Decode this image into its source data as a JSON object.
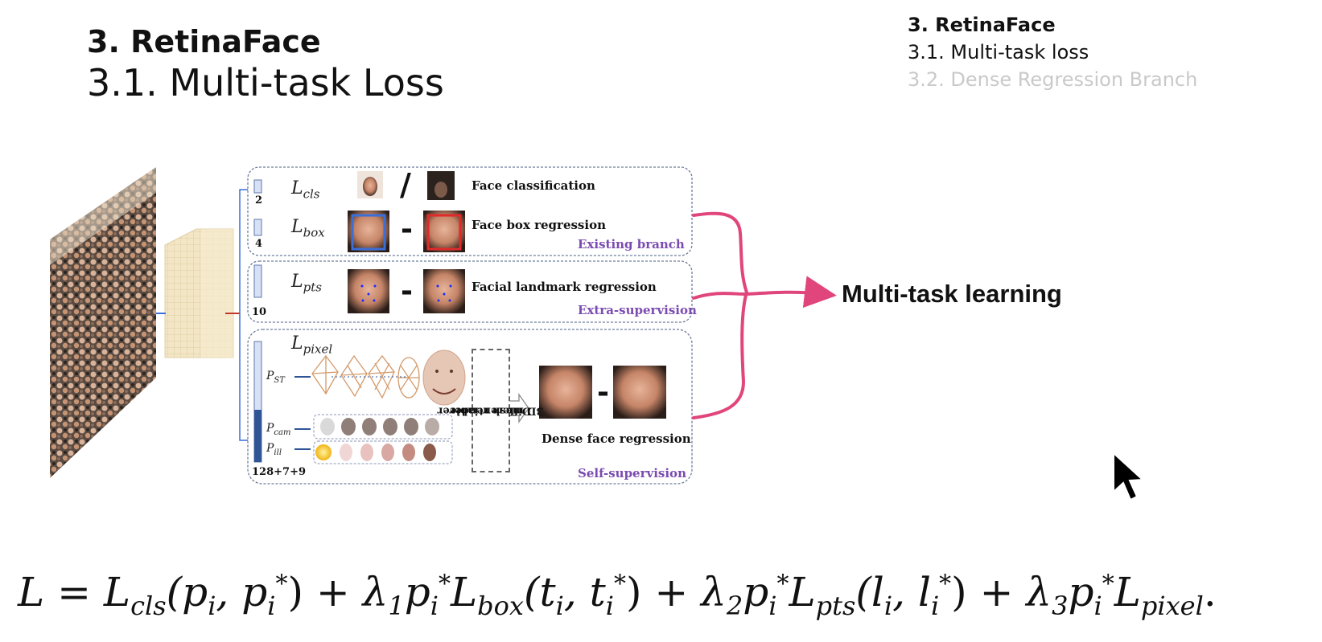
{
  "heading": {
    "section": "3. RetinaFace",
    "subsection": "3.1. Multi-task Loss"
  },
  "toc": {
    "items": [
      "3. RetinaFace",
      "3.1. Multi-task loss",
      "3.2. Dense Regression Branch"
    ]
  },
  "diagram": {
    "existing": {
      "loss_cls": {
        "base": "L",
        "sub": "cls"
      },
      "loss_box": {
        "base": "L",
        "sub": "box"
      },
      "chan_cls": "2",
      "chan_box": "4",
      "cls_label": "Face classification",
      "box_label": "Face box regression",
      "branch_label": "Existing branch",
      "slash": "/",
      "minus": "-"
    },
    "extra": {
      "loss_pts": {
        "base": "L",
        "sub": "pts"
      },
      "chan": "10",
      "label": "Facial landmark regression",
      "branch_label": "Extra-supervision",
      "minus": "-"
    },
    "self": {
      "loss_pixel": {
        "base": "L",
        "sub": "pixel"
      },
      "p_st": {
        "base": "P",
        "sub": "ST"
      },
      "p_cam": {
        "base": "P",
        "sub": "cam"
      },
      "p_ill": {
        "base": "P",
        "sub": "ill"
      },
      "chan": "128+7+9",
      "renderer": [
        "Differentiable",
        "3D mesh renderer"
      ],
      "dense_label": "Dense face regression",
      "branch_label": "Self-supervision",
      "minus": "-"
    },
    "output_label": "Multi-task learning",
    "colors": {
      "bracket": "#e0457b",
      "box_blue": "#3a6fd8",
      "box_red": "#e02a2a",
      "purple": "#7a4bb0"
    }
  },
  "formula": {
    "lhs": "L",
    "eq": " = ",
    "t1": {
      "L": "L",
      "sub": "cls",
      "args": "(p",
      "i": "i",
      "c": ", p",
      "i2": "i",
      "star": "*",
      "close": ")"
    },
    "plus": " + ",
    "t2": {
      "lam": "λ",
      "lsub": "1",
      "p": "p",
      "psub": "i",
      "pstar": "*",
      "L": "L",
      "sub": "box",
      "args": "(t",
      "i": "i",
      "c": ", t",
      "i2": "i",
      "star": "*",
      "close": ")"
    },
    "t3": {
      "lam": "λ",
      "lsub": "2",
      "p": "p",
      "psub": "i",
      "pstar": "*",
      "L": "L",
      "sub": "pts",
      "args": "(l",
      "i": "i",
      "c": ", l",
      "i2": "i",
      "star": "*",
      "close": ")"
    },
    "t4": {
      "lam": "λ",
      "lsub": "3",
      "p": "p",
      "psub": "i",
      "pstar": "*",
      "L": "L",
      "sub": "pixel",
      "end": "."
    }
  }
}
